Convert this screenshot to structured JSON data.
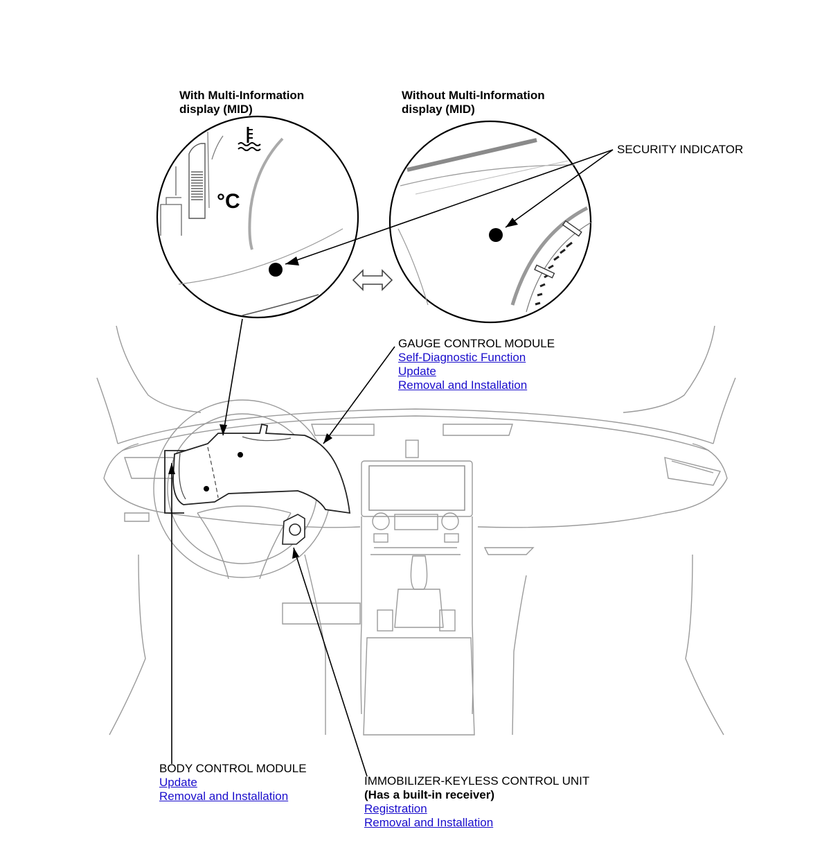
{
  "callouts": {
    "with_mid": {
      "line1": "With Multi-Information",
      "line2": "display (MID)"
    },
    "without_mid": {
      "line1": "Without Multi-Information",
      "line2": "display (MID)"
    },
    "security_indicator": "SECURITY INDICATOR",
    "gauge_icon_text": "°C",
    "gauge_control_module": {
      "title": "GAUGE CONTROL MODULE",
      "links": [
        "Self-Diagnostic Function",
        "Update",
        "Removal and Installation"
      ]
    },
    "body_control_module": {
      "title": "BODY CONTROL MODULE",
      "links": [
        "Update",
        "Removal and Installation"
      ]
    },
    "immobilizer": {
      "title": "IMMOBILIZER-KEYLESS CONTROL UNIT",
      "subtitle": "(Has a built-in receiver)",
      "links": [
        "Registration",
        "Removal and Installation"
      ]
    }
  },
  "colors": {
    "link": "#1a0dcc",
    "line": "#000000",
    "sketch": "#9a9a9a"
  },
  "icons": [
    "coolant-temperature-icon",
    "double-arrow-icon",
    "security-indicator-dot"
  ]
}
